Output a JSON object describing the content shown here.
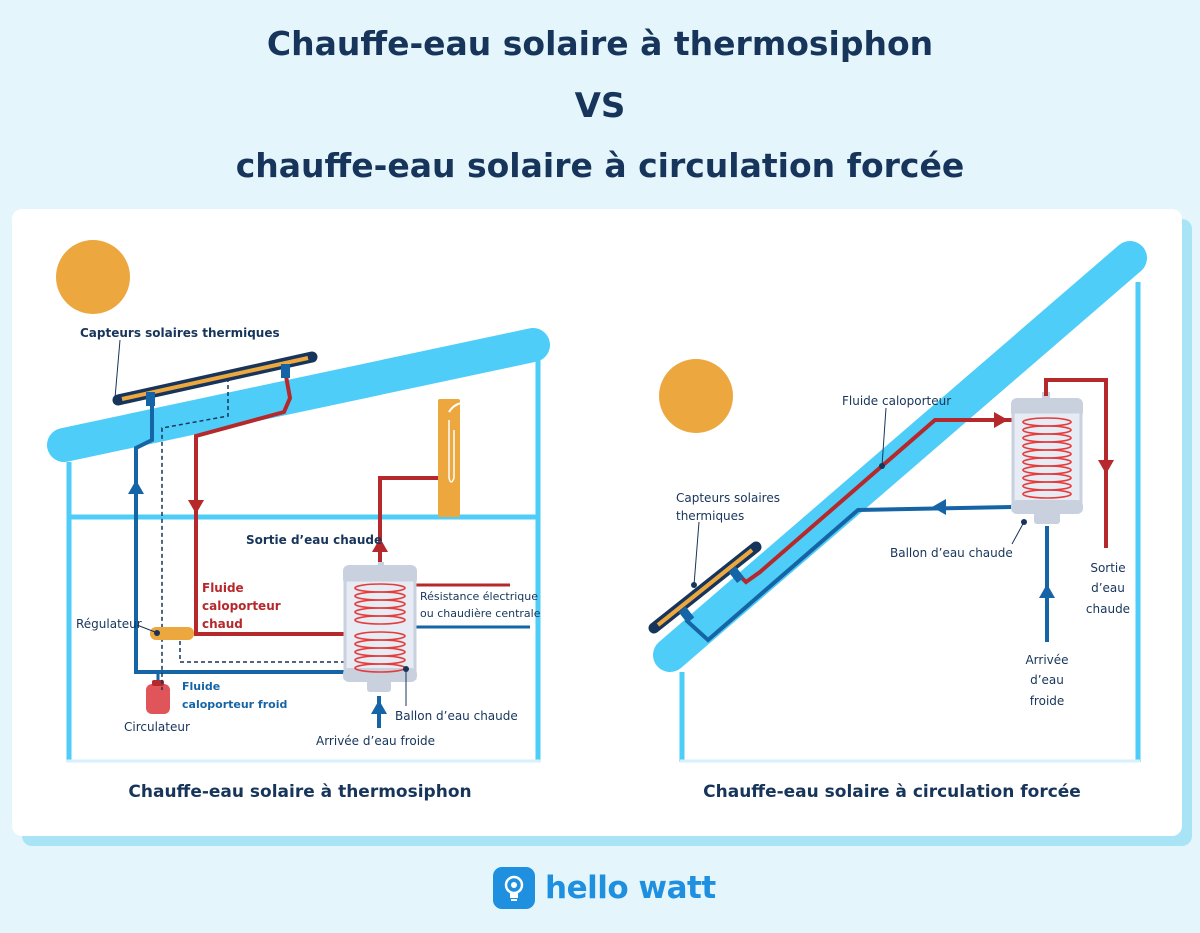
{
  "header": {
    "title_line1": "Chauffe-eau solaire à thermosiphon",
    "title_line2": "VS",
    "title_line3": "chauffe-eau solaire à circulation forcée"
  },
  "left_diagram": {
    "caption": "Chauffe-eau solaire à thermosiphon",
    "labels": {
      "collectors": "Capteurs solaires thermiques",
      "hot_water_out": "Sortie d’eau chaude",
      "hot_fluid_1": "Fluide",
      "hot_fluid_2": "caloporteur",
      "hot_fluid_3": "chaud",
      "resistance_1": "Résistance électrique",
      "resistance_2": "ou chaudière centrale",
      "regulator": "Régulateur",
      "cold_fluid_1": "Fluide",
      "cold_fluid_2": "caloporteur froid",
      "circulator": "Circulateur",
      "tank": "Ballon d’eau chaude",
      "cold_water_in": "Arrivée d’eau froide"
    }
  },
  "right_diagram": {
    "caption": "Chauffe-eau solaire à circulation forcée",
    "labels": {
      "fluid": "Fluide caloporteur",
      "collectors_1": "Capteurs solaires",
      "collectors_2": "thermiques",
      "tank": "Ballon d’eau chaude",
      "hot_out_1": "Sortie",
      "hot_out_2": "d’eau",
      "hot_out_3": "chaude",
      "cold_in_1": "Arrivée",
      "cold_in_2": "d’eau",
      "cold_in_3": "froide"
    }
  },
  "brand": {
    "name": "hello watt"
  },
  "colors": {
    "roof": "#4dcdf7",
    "hot_pipe": "#b5282b",
    "cold_pipe": "#1565a6",
    "sun": "#eda73f",
    "title": "#17355a",
    "brand": "#1f8fe0"
  }
}
